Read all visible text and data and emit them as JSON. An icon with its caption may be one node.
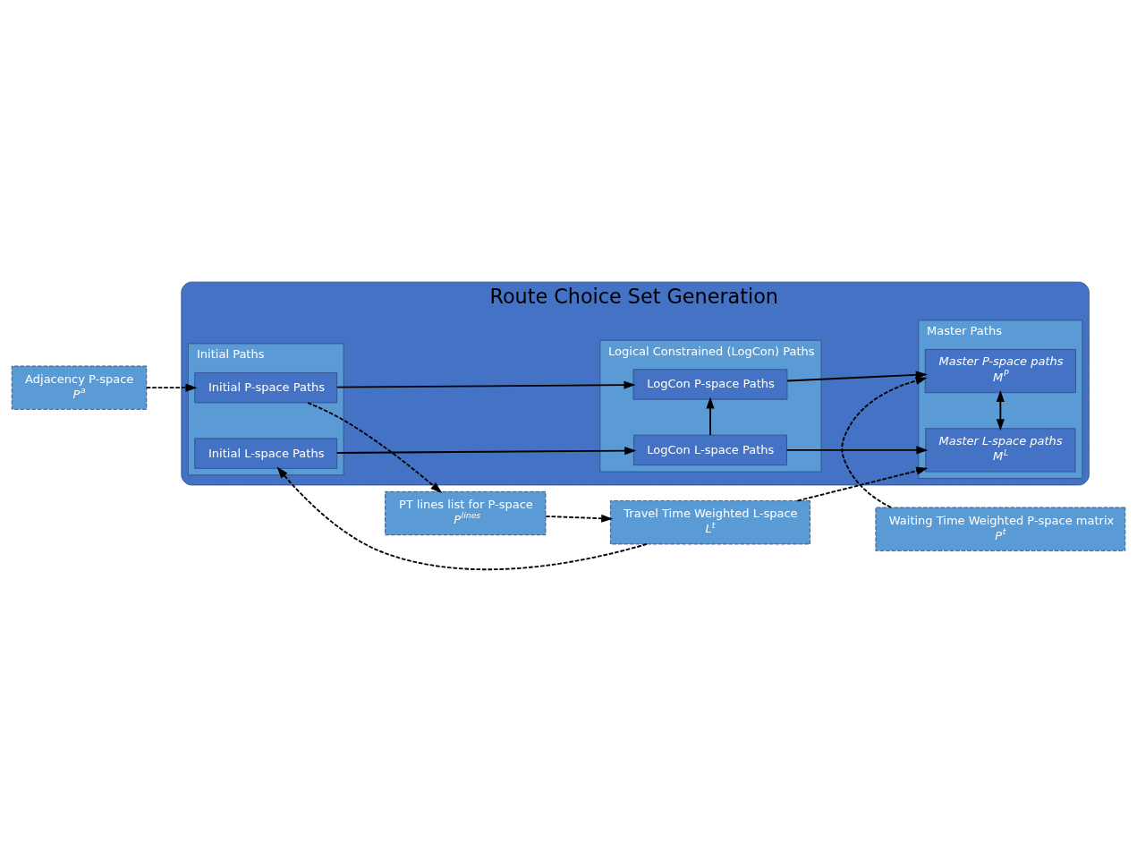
{
  "diagram": {
    "nodes": [
      {
        "text": [
          "Waiting Time Weighted P-space matrix",
          "P$^{t}$"
        ]
      },
      {
        "text": [
          "Route Choice Set Generation"
        ]
      },
      {
        "text": [
          "Initial Paths"
        ],
        "in": 1
      },
      {
        "text": [
          "Initial P-space Paths"
        ],
        "in": 2
      },
      {
        "text": [
          "Initial L-space Paths"
        ],
        "in": 2
      },
      {
        "text": [
          "Logical Constrained (LogCon) Paths"
        ],
        "in": 1
      },
      {
        "text": [
          "LogCon P-space Paths"
        ],
        "in": 5
      },
      {
        "text": [
          "LogCon L-space Paths"
        ],
        "in": 5
      },
      {
        "text": [
          "Master Paths"
        ],
        "in": 1
      },
      {
        "text": [
          "Master P-space paths",
          "M$^{P}$"
        ],
        "in": 8
      },
      {
        "text": [
          "Master L-space paths",
          "M$^{L}$"
        ],
        "in": 8
      },
      {
        "text": [
          "Adjacency P-space",
          "P$^{a}$"
        ]
      },
      {
        "text": [
          "PT lines list for P-space",
          "P$^{lines}$"
        ]
      },
      {
        "text": [
          "Travel Time Weighted L-space",
          "L$^{t}$"
        ]
      }
    ],
    "edges": [
      {
        "from": 0,
        "to": 9,
        "arrow": "to",
        "style": "dashed"
      },
      {
        "from": 11,
        "to": 3,
        "arrow": "to",
        "style": "dashed"
      },
      {
        "from": 3,
        "to": 12,
        "arrow": "to",
        "style": "dashed"
      },
      {
        "from": 12,
        "to": 13,
        "arrow": "to",
        "style": "dashed"
      },
      {
        "from": 13,
        "to": 4,
        "arrow": "to",
        "style": "dashed"
      },
      {
        "from": 13,
        "to": 10,
        "arrow": "to",
        "style": "dashed"
      },
      {
        "from": 3,
        "to": 6,
        "arrow": "to"
      },
      {
        "from": 4,
        "to": 7,
        "arrow": "to"
      },
      {
        "from": 7,
        "to": 6,
        "arrow": "to"
      },
      {
        "from": 6,
        "to": 9,
        "arrow": "to"
      },
      {
        "from": 7,
        "to": 10,
        "arrow": "to"
      },
      {
        "from": 9,
        "to": 10,
        "arrow": "both"
      }
    ]
  }
}
